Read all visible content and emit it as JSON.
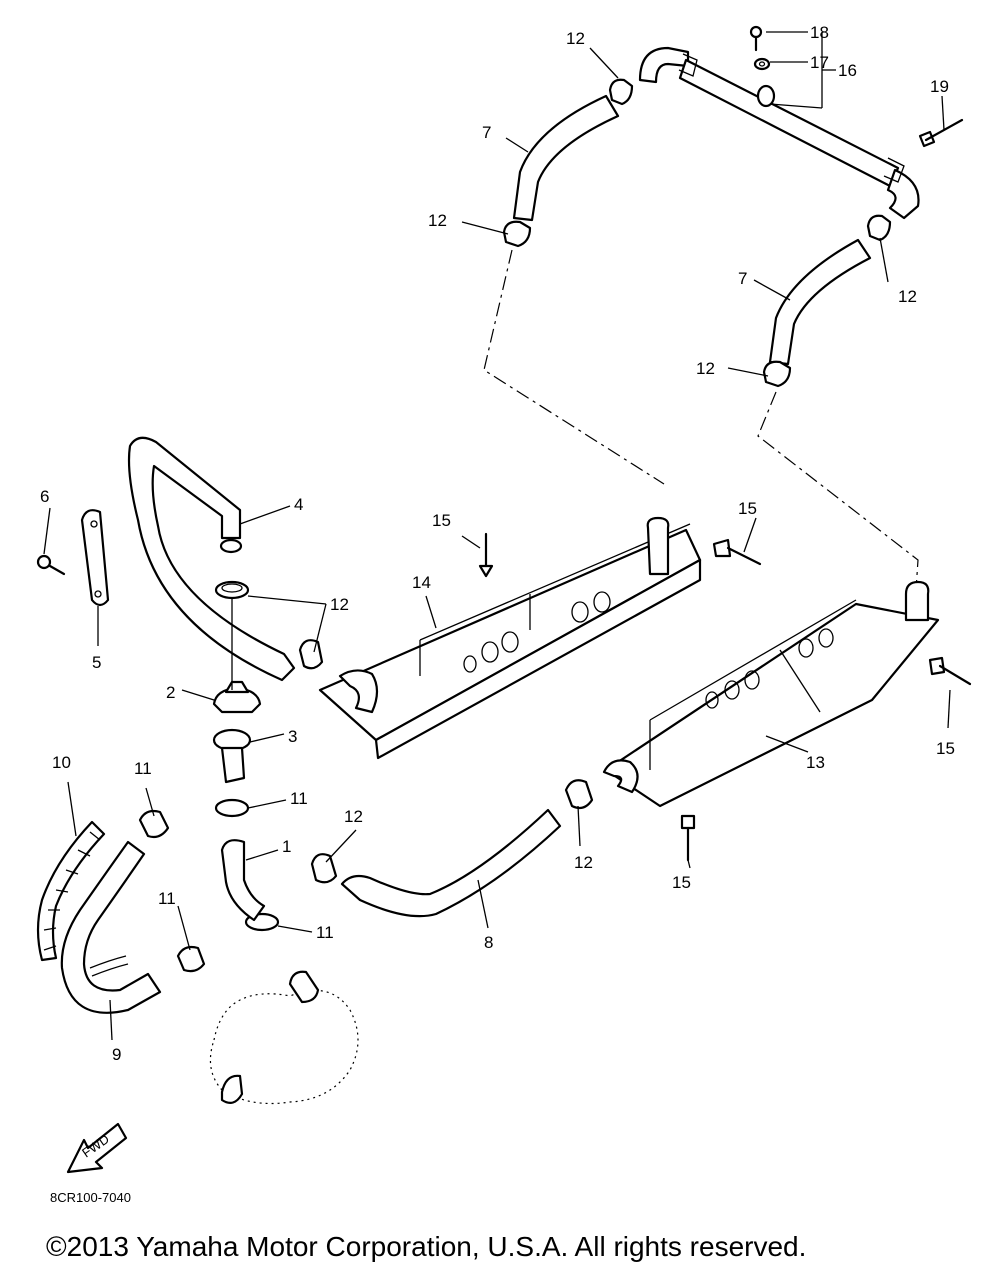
{
  "callouts": {
    "c1": "1",
    "c2": "2",
    "c3": "3",
    "c4": "4",
    "c5": "5",
    "c6": "6",
    "c7": "7",
    "c8": "8",
    "c9": "9",
    "c10": "10",
    "c11": "11",
    "c12": "12",
    "c13": "13",
    "c14": "14",
    "c15": "15",
    "c16": "16",
    "c17": "17",
    "c18": "18",
    "c19": "19"
  },
  "fwd_label": "FWD",
  "diagram_code": "8CR100-7040",
  "copyright": "©2013 Yamaha Motor Corporation, U.S.A. All rights reserved."
}
